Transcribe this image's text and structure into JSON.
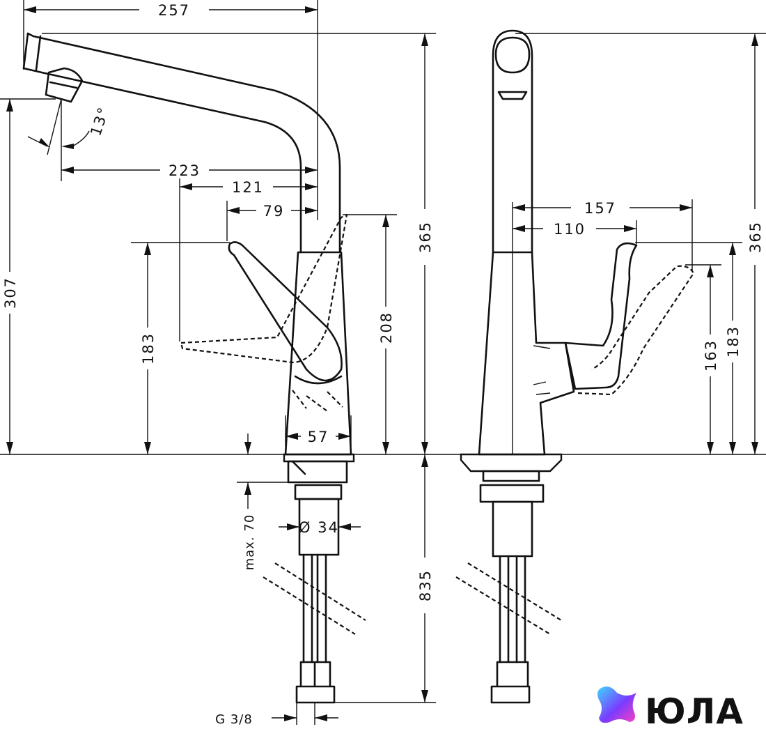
{
  "dimensions": {
    "side_view": {
      "spout_reach": "257",
      "height_total": "365",
      "outlet_height": "307",
      "spout_angle": "13°",
      "outlet_to_axis": "223",
      "lever_reach_open": "121",
      "lever_reach_closed": "79",
      "lever_height": "183",
      "body_height": "208",
      "base_width": "57",
      "max_deck": "max. 70",
      "shank_diameter": "Ø 34",
      "hose_length": "835",
      "connection": "G 3/8"
    },
    "front_view": {
      "height_total": "365",
      "lever_reach_open": "157",
      "lever_reach_closed": "110",
      "lever_height_open": "163",
      "lever_height_closed": "183"
    }
  },
  "logo": {
    "text": "ЮЛА",
    "colors": [
      "#3fd6ff",
      "#7a3cff",
      "#ff3fbf"
    ]
  }
}
